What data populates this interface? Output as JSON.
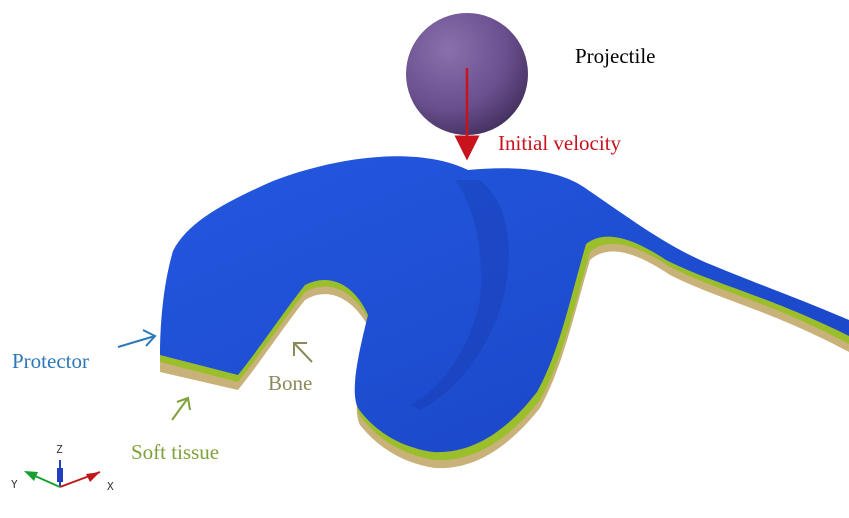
{
  "labels": {
    "projectile": "Projectile",
    "initial_velocity": "Initial velocity",
    "protector": "Protector",
    "bone": "Bone",
    "soft_tissue": "Soft tissue"
  },
  "axes": {
    "z": "Z",
    "y": "Y",
    "x": "X"
  },
  "colors": {
    "protector": "#1f4fd6",
    "soft_tissue": "#9bbf2a",
    "bone": "#c9b27a",
    "projectile": "#6a4f8e",
    "velocity_arrow": "#c8121c",
    "label_protector": "#2a78b8",
    "label_bone": "#8c8a5a",
    "label_soft_tissue": "#7ea13a",
    "label_velocity": "#c8121c",
    "label_projectile": "#000000"
  }
}
